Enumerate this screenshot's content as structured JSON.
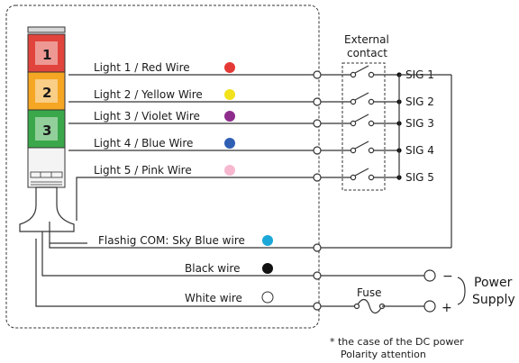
{
  "tower": {
    "segments": [
      {
        "label": "1",
        "color": "#e0443c"
      },
      {
        "label": "2",
        "color": "#f5a623"
      },
      {
        "label": "3",
        "color": "#3aa84a"
      }
    ]
  },
  "wires": [
    {
      "label": "Light 1 / Red Wire",
      "color": "#e53935",
      "signal": "SIG 1"
    },
    {
      "label": "Light 2 / Yellow Wire",
      "color": "#f2e21c",
      "signal": "SIG 2"
    },
    {
      "label": "Light 3 / Violet Wire",
      "color": "#8e2c8c",
      "signal": "SIG 3"
    },
    {
      "label": "Light 4 / Blue Wire",
      "color": "#2f5fb3",
      "signal": "SIG 4"
    },
    {
      "label": "Light 5 / Pink Wire",
      "color": "#f7b8cf",
      "signal": "SIG 5"
    }
  ],
  "com_wire": {
    "label": "Flashig COM: Sky Blue wire",
    "color": "#1ba8d8"
  },
  "black_wire": {
    "label": "Black wire",
    "color": "#111111"
  },
  "white_wire": {
    "label": "White wire",
    "color": "#ffffff"
  },
  "external_contact": {
    "line1": "External",
    "line2": "contact"
  },
  "fuse_label": "Fuse",
  "minus_sign": "−",
  "plus_sign": "+",
  "power_supply": {
    "line1": "Power",
    "line2": "Supply"
  },
  "note": {
    "line1": "* the case of the DC power",
    "line2": "Polarity attention"
  }
}
